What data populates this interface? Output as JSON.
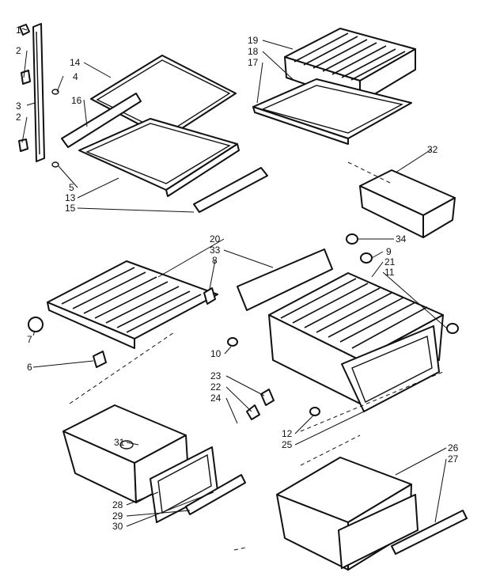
{
  "diagram": {
    "labels": [
      "1",
      "2",
      "4",
      "3",
      "2",
      "16",
      "14",
      "5",
      "13",
      "15",
      "19",
      "18",
      "17",
      "32",
      "20",
      "33",
      "8",
      "34",
      "9",
      "21",
      "11",
      "7",
      "6",
      "10",
      "23",
      "22",
      "24",
      "12",
      "25",
      "31",
      "28",
      "29",
      "30",
      "26",
      "27"
    ]
  }
}
